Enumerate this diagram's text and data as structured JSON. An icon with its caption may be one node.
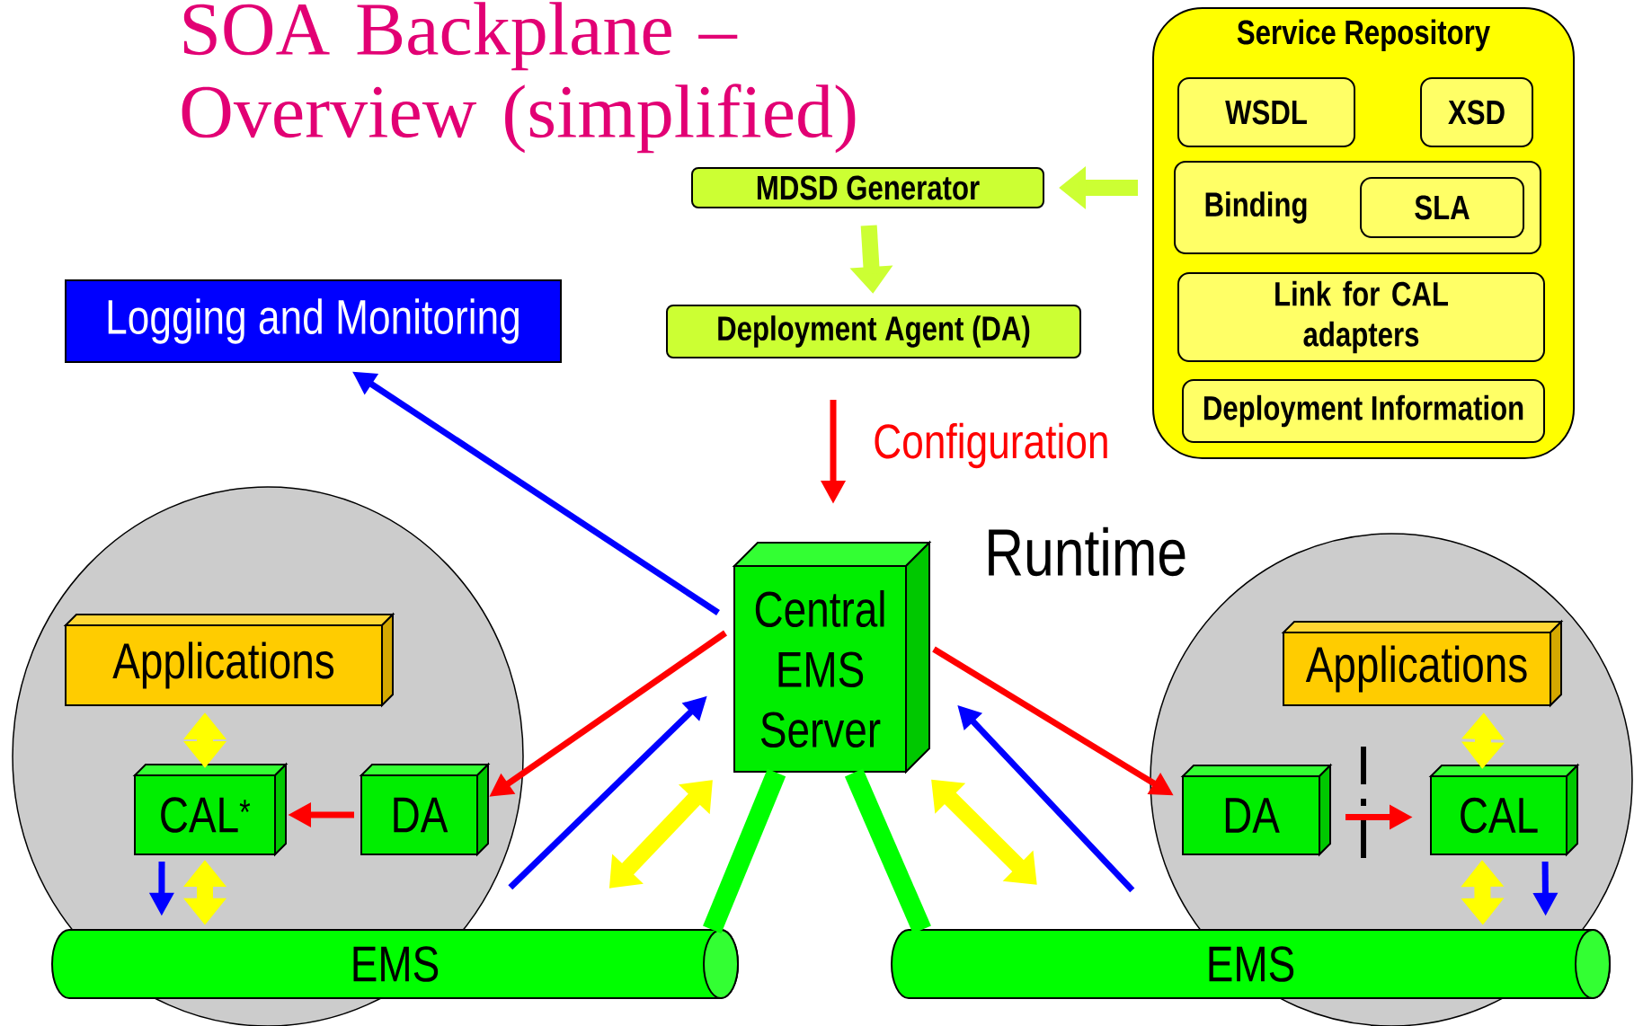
{
  "diagram": {
    "title": "SOA Backplane – Overview (simplified)",
    "nodes": [
      {
        "text": [
          "Service Repository"
        ]
      },
      {
        "text": [
          "WSDL"
        ],
        "in": 0
      },
      {
        "text": [
          "XSD"
        ],
        "in": 0
      },
      {
        "text": [
          "Binding"
        ],
        "in": 0
      },
      {
        "text": [
          "SLA"
        ],
        "in": 3
      },
      {
        "text": [
          "Link for CAL adapters"
        ],
        "in": 0
      },
      {
        "text": [
          "Deployment Information"
        ],
        "in": 0
      },
      {
        "text": [
          "MDSD Generator"
        ]
      },
      {
        "text": [
          "Deployment Agent (DA)"
        ]
      },
      {
        "text": [
          "Logging and Monitoring"
        ]
      },
      {
        "text": [
          "Central EMS Server"
        ]
      },
      {
        "text": [],
        "shape": "circle"
      },
      {
        "text": [
          "Applications"
        ],
        "in": 11
      },
      {
        "text": [
          "CAL$^{*}$"
        ],
        "in": 11
      },
      {
        "text": [
          "DA"
        ],
        "in": 11
      },
      {
        "text": [
          "EMS"
        ]
      },
      {
        "text": [],
        "shape": "circle"
      },
      {
        "text": [
          "Applications"
        ],
        "in": 16
      },
      {
        "text": [
          "DA"
        ],
        "in": 16
      },
      {
        "text": [
          "CAL"
        ],
        "in": 16
      },
      {
        "text": [
          "EMS"
        ]
      }
    ],
    "edges": [
      {
        "from": 0,
        "to": 7,
        "arrow": "to",
        "style": "thick",
        "color": "#ccff33"
      },
      {
        "from": 7,
        "to": 8,
        "arrow": "to",
        "style": "thick",
        "color": "#ccff33"
      },
      {
        "from": 8,
        "to": 10,
        "arrow": "to",
        "label": "Configuration",
        "color": "#ff0000"
      },
      {
        "from": 10,
        "to": 9,
        "arrow": "to",
        "color": "#0000ff"
      },
      {
        "from": 10,
        "to": 14,
        "arrow": "to",
        "color": "#ff0000"
      },
      {
        "from": 15,
        "to": 10,
        "arrow": "to",
        "color": "#0000ff"
      },
      {
        "from": 10,
        "to": 15,
        "arrow": "both",
        "style": "thick",
        "color": "#ffff00"
      },
      {
        "from": 10,
        "to": 15,
        "arrow": "none",
        "style": "thick",
        "color": "#00ff00"
      },
      {
        "from": 10,
        "to": 20,
        "arrow": "none",
        "style": "thick",
        "color": "#00ff00"
      },
      {
        "from": 10,
        "to": 18,
        "arrow": "to",
        "color": "#ff0000"
      },
      {
        "from": 20,
        "to": 10,
        "arrow": "to",
        "color": "#0000ff"
      },
      {
        "from": 10,
        "to": 20,
        "arrow": "both",
        "style": "thick",
        "color": "#ffff00"
      },
      {
        "from": 14,
        "to": 13,
        "arrow": "to",
        "color": "#ff0000"
      },
      {
        "from": 12,
        "to": 13,
        "arrow": "both",
        "style": "thick",
        "color": "#ffff00"
      },
      {
        "from": 13,
        "to": 15,
        "arrow": "both",
        "style": "thick",
        "color": "#ffff00"
      },
      {
        "from": 13,
        "to": 15,
        "arrow": "to",
        "color": "#0000ff"
      },
      {
        "from": 18,
        "to": 19,
        "arrow": "to",
        "color": "#ff0000"
      },
      {
        "from": 17,
        "to": 19,
        "arrow": "both",
        "style": "thick",
        "color": "#ffff00"
      },
      {
        "from": 19,
        "to": 20,
        "arrow": "both",
        "style": "thick",
        "color": "#ffff00"
      },
      {
        "from": 19,
        "to": 20,
        "arrow": "to",
        "color": "#0000ff"
      }
    ],
    "labels": [
      "Runtime"
    ]
  }
}
